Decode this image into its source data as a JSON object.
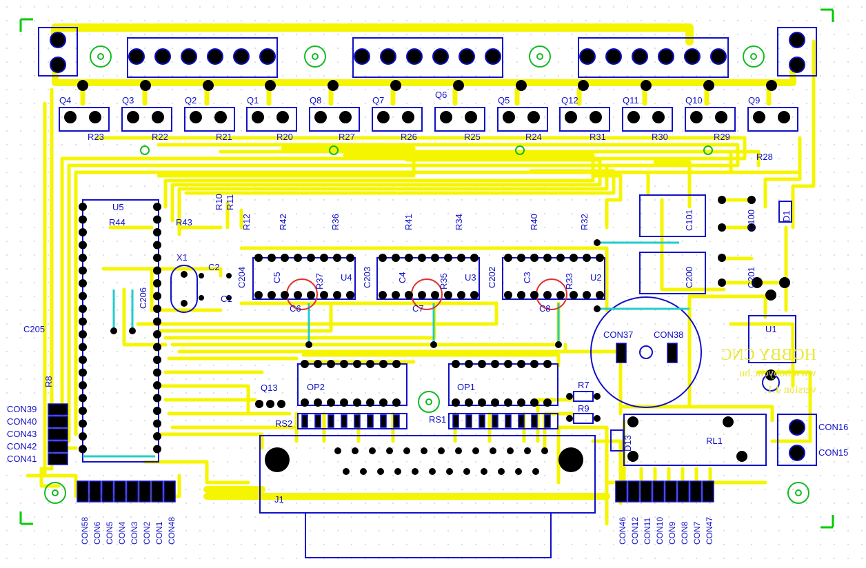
{
  "board": {
    "colors": {
      "background": "#ffffff",
      "copper": "#f5f500",
      "outline": "#1010c8",
      "pad": "#000000",
      "hole": "#11bb22",
      "jumper": "#22cccc",
      "marker": "#e03030",
      "grid": "#cfd3da"
    },
    "silk_text": [
      "HOBBY CNC",
      "www.hobycnc.hu",
      "version 4.1"
    ]
  },
  "transistors": {
    "row1": [
      "Q4",
      "Q3",
      "Q2",
      "Q1",
      "Q8",
      "Q7",
      "Q6",
      "Q5",
      "Q12",
      "Q11",
      "Q10",
      "Q9"
    ],
    "row2": [
      "R23",
      "R22",
      "R21",
      "R20",
      "R27",
      "R26",
      "R25",
      "R24",
      "R31",
      "R30",
      "R29",
      "R28"
    ]
  },
  "chips": {
    "U5": "U5",
    "U4": "U4",
    "U3": "U3",
    "U2": "U2",
    "OP1": "OP1",
    "OP2": "OP2",
    "U1": "U1",
    "RL1": "RL1",
    "J1": "J1",
    "X1": "X1",
    "Q13": "Q13",
    "RS1": "RS1",
    "RS2": "RS2",
    "D1": "D1",
    "D13": "D13"
  },
  "resistors": [
    "R10",
    "R11",
    "R12",
    "R42",
    "R36",
    "R41",
    "R34",
    "R40",
    "R32",
    "R44",
    "R43",
    "R37",
    "R35",
    "R33",
    "R7",
    "R9",
    "R8"
  ],
  "caps": [
    "C1",
    "C2",
    "C3",
    "C4",
    "C5",
    "C6",
    "C7",
    "C8",
    "C100",
    "C101",
    "C200",
    "C201",
    "C202",
    "C203",
    "C204",
    "C205",
    "C206"
  ],
  "power": [
    "CON37",
    "CON38"
  ],
  "left_connectors": [
    "CON39",
    "CON40",
    "CON43",
    "CON42",
    "CON41"
  ],
  "bottom_left_connectors": [
    "CON58",
    "CON6",
    "CON5",
    "CON4",
    "CON3",
    "CON2",
    "CON1",
    "CON48"
  ],
  "bottom_right_connectors": [
    "CON46",
    "CON12",
    "CON11",
    "CON10",
    "CON9",
    "CON8",
    "CON7",
    "CON47"
  ],
  "right_connectors": [
    "CON16",
    "CON15"
  ]
}
